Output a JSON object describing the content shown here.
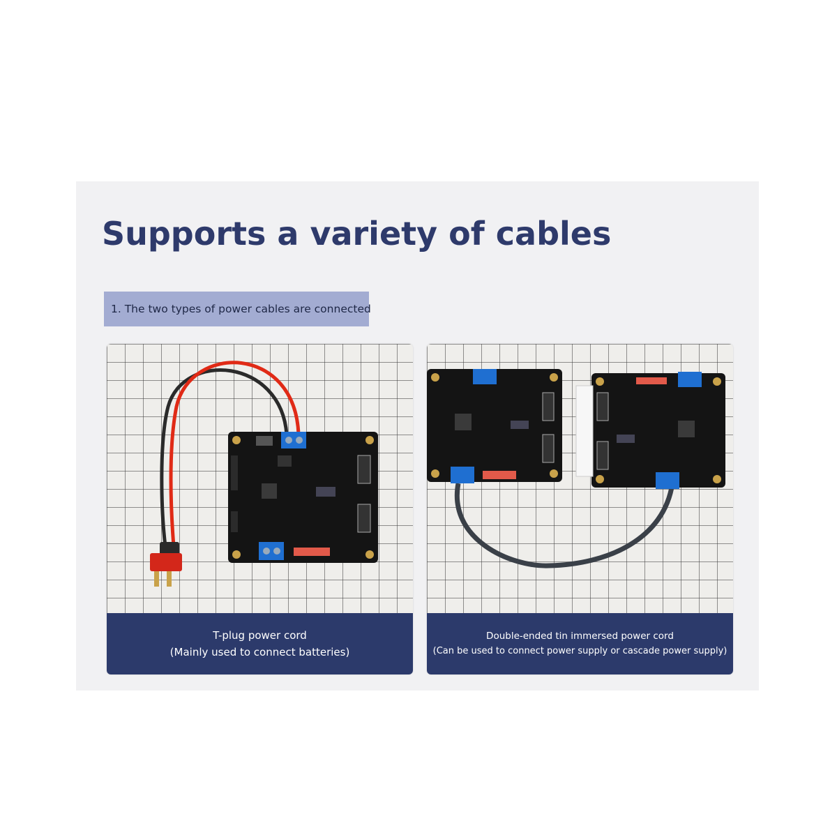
{
  "page": {
    "title": "Supports a variety of cables",
    "section_label": "1. The two types of power cables are connected"
  },
  "cards": [
    {
      "image": "board-with-t-plug-power-cord",
      "caption_line1": "T-plug power cord",
      "caption_line2": "(Mainly used to connect batteries)"
    },
    {
      "image": "two-boards-with-tin-immersed-power-cord",
      "caption_line1": "Double-ended tin immersed power cord",
      "caption_line2": "(Can be used to connect power supply or cascade power supply)"
    }
  ],
  "colors": {
    "title": "#2e3a6b",
    "section_label_bg": "#a3acd2",
    "caption_bg": "#2c3a6b",
    "panel_bg": "#f1f1f3",
    "pcb": "#141414",
    "terminal": "#1f6fd1",
    "wire_red": "#e02a16",
    "wire_black": "#2a2a2a"
  }
}
